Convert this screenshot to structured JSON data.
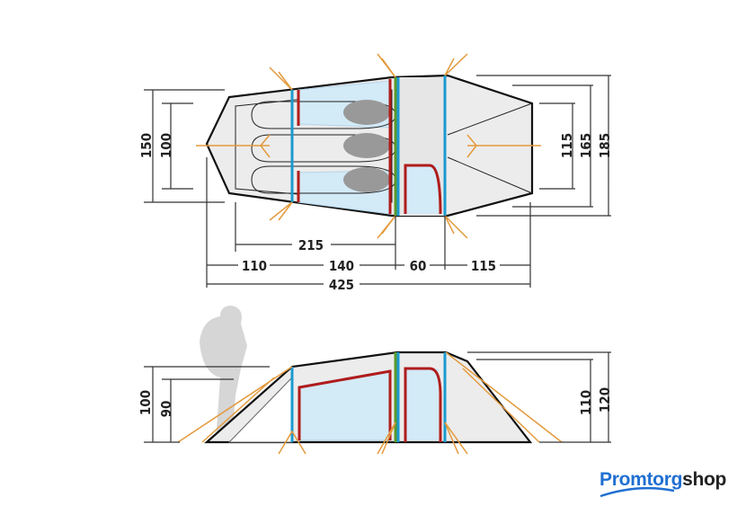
{
  "top_view": {
    "left_dims": [
      "150",
      "100"
    ],
    "right_dims": [
      "115",
      "165",
      "185"
    ],
    "inner_length": "215",
    "segments": [
      "110",
      "140",
      "60",
      "115"
    ],
    "total_length": "425"
  },
  "side_view": {
    "left_dims": [
      "100",
      "90"
    ],
    "right_dims": [
      "110",
      "120"
    ]
  },
  "logo": {
    "part1": "Promtorg",
    "part2": "shop"
  },
  "colors": {
    "pole": "#1a9ad0",
    "door": "#b01c1c",
    "guy": "#e39a3c",
    "logo": "#1f6fd1"
  }
}
